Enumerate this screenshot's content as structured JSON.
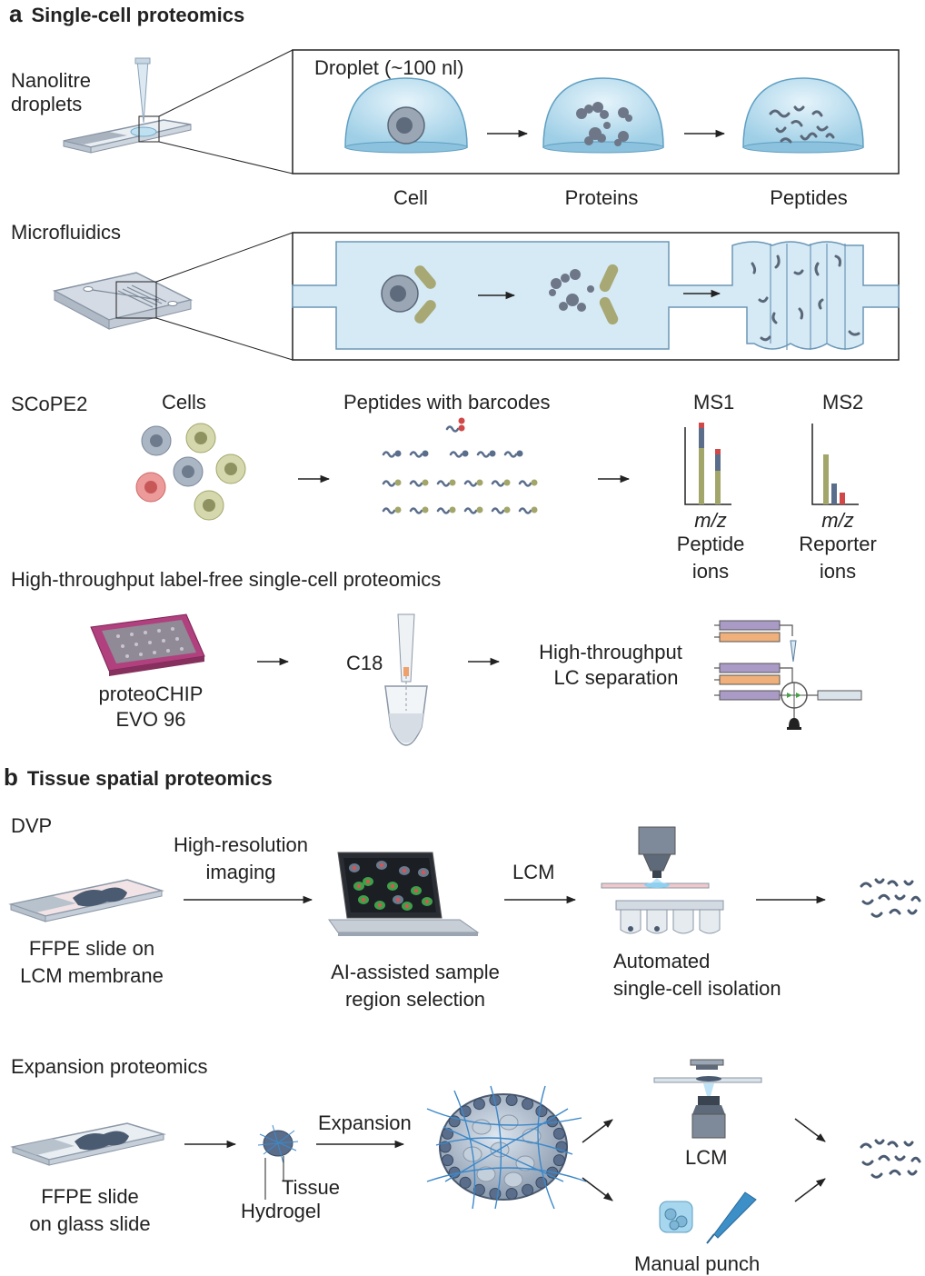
{
  "panel_a": {
    "letter": "a",
    "title": "Single-cell proteomics",
    "droplets": {
      "row_label": "Nanolitre droplets",
      "box_title": "Droplet (~100 nl)",
      "stages": [
        "Cell",
        "Proteins",
        "Peptides"
      ]
    },
    "microfluidics": {
      "row_label": "Microfluidics"
    },
    "scope2": {
      "row_label": "SCoPE2",
      "cells_label": "Cells",
      "peptides_label": "Peptides with barcodes",
      "ms1": {
        "title": "MS1",
        "axis": "m/z",
        "desc_line1": "Peptide",
        "desc_line2": "ions"
      },
      "ms2": {
        "title": "MS2",
        "axis": "m/z",
        "desc_line1": "Reporter",
        "desc_line2": "ions"
      }
    },
    "high_throughput": {
      "row_label": "High-throughput label-free single-cell proteomics",
      "chip_line1": "proteoCHIP",
      "chip_line2": "EVO 96",
      "c18": "C18",
      "lc_line1": "High-throughput",
      "lc_line2": "LC separation"
    }
  },
  "panel_b": {
    "letter": "b",
    "title": "Tissue spatial proteomics",
    "dvp": {
      "row_label": "DVP",
      "slide_line1": "FFPE slide on",
      "slide_line2": "LCM membrane",
      "imaging_line1": "High-resolution",
      "imaging_line2": "imaging",
      "ai_line1": "AI-assisted sample",
      "ai_line2": "region selection",
      "lcm": "LCM",
      "iso_line1": "Automated",
      "iso_line2": "single-cell isolation"
    },
    "expansion": {
      "row_label": "Expansion proteomics",
      "slide_line1": "FFPE slide",
      "slide_line2": "on glass slide",
      "tissue": "Tissue",
      "hydrogel": "Hydrogel",
      "expansion": "Expansion",
      "lcm": "LCM",
      "punch": "Manual punch"
    }
  },
  "colors": {
    "droplet": "#bfe0f0",
    "cell_grey": "#9aa6b4",
    "cell_olive": "#c9cc9a",
    "cell_red": "#e07c7c",
    "barcode_red": "#d04848",
    "barcode_olive": "#a3a66a",
    "barcode_blue": "#5a6e8c",
    "chip_magenta": "#b0407e",
    "lc_purple": "#a99ac6",
    "lc_orange": "#f0b07c",
    "tissue_dark": "#4a5a70"
  }
}
